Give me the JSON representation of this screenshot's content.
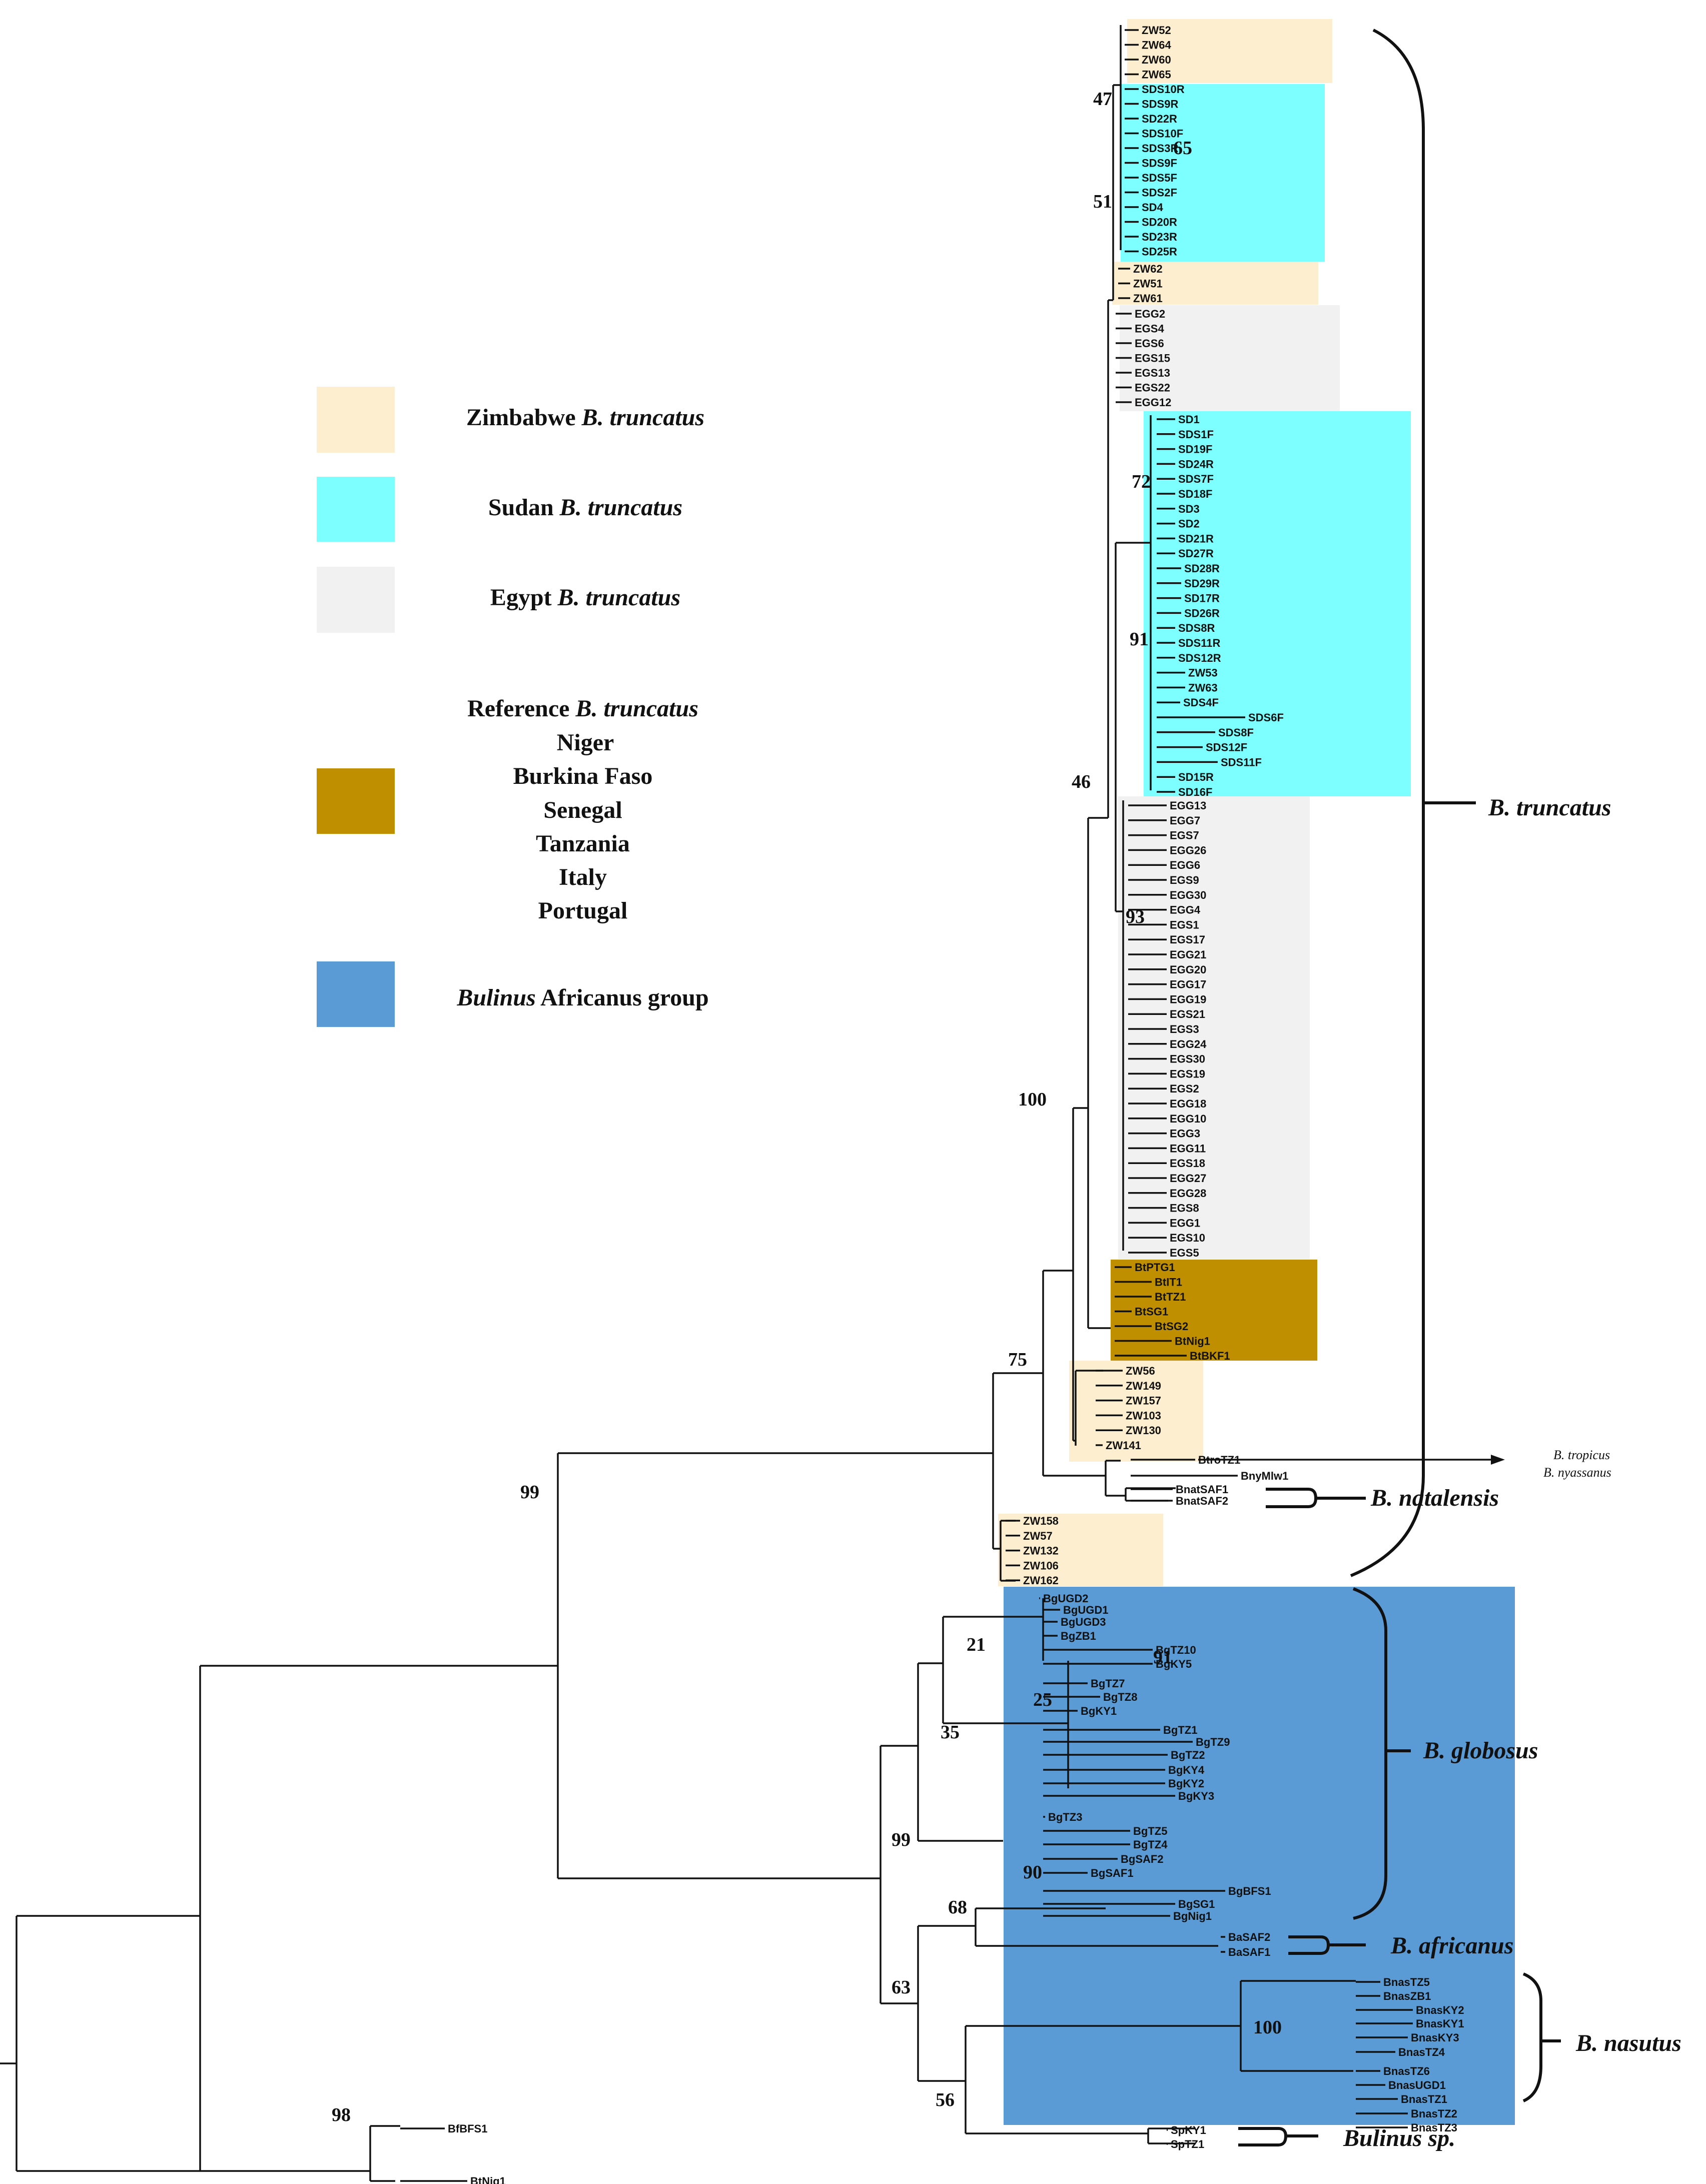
{
  "colors": {
    "zimbabwe": "#fdeecf",
    "sudan": "#7dffff",
    "egypt": "#f1f1f1",
    "reference": "#bf8f00",
    "africanus": "#5b9bd5"
  },
  "legend": [
    {
      "key": "zimbabwe",
      "text": "Zimbabwe ",
      "italic": "B. truncatus"
    },
    {
      "key": "sudan",
      "text": "Sudan ",
      "italic": "B. truncatus"
    },
    {
      "key": "egypt",
      "text": "Egypt ",
      "italic": "B. truncatus"
    },
    {
      "key": "reference",
      "text": "Reference ",
      "italic": "B. truncatus",
      "countries": [
        "Niger",
        "Burkina Faso",
        "Senegal",
        "Tanzania",
        "Italy",
        "Portugal"
      ]
    },
    {
      "key": "africanus",
      "italic_first": "Bulinus",
      "text": " Africanus group"
    }
  ],
  "leaves": {
    "zw_top": [
      "ZW52",
      "ZW64",
      "ZW60",
      "ZW65"
    ],
    "sd_top": [
      "SDS10R",
      "SDS9R",
      "SD22R",
      "SDS10F",
      "SDS3R",
      "SDS9F",
      "SDS5F",
      "SDS2F",
      "SD4",
      "SD20R",
      "SD23R",
      "SD25R"
    ],
    "zw_mid": [
      "ZW62",
      "ZW51",
      "ZW61"
    ],
    "eg_top": [
      "EGG2",
      "EGS4",
      "EGS6",
      "EGS15",
      "EGS13",
      "EGS22",
      "EGG12"
    ],
    "sd_big": [
      "SD1",
      "SDS1F",
      "SD19F",
      "SD24R",
      "SDS7F",
      "SD18F",
      "SD3",
      "SD2",
      "SD21R",
      "SD27R",
      "SD28R",
      "SD29R",
      "SD17R",
      "SD26R",
      "SDS8R",
      "SDS11R",
      "SDS12R",
      "ZW53",
      "ZW63",
      "SDS4F",
      "SDS6F",
      "SDS8F",
      "SDS12F",
      "SDS11F",
      "SD15R",
      "SD16F"
    ],
    "eg_big": [
      "EGG13",
      "EGG7",
      "EGS7",
      "EGG26",
      "EGG6",
      "EGS9",
      "EGG30",
      "EGG4",
      "EGS1",
      "EGS17",
      "EGG21",
      "EGG20",
      "EGG17",
      "EGG19",
      "EGS21",
      "EGS3",
      "EGG24",
      "EGS30",
      "EGS19",
      "EGS2",
      "EGG18",
      "EGG10",
      "EGG3",
      "EGG11",
      "EGS18",
      "EGG27",
      "EGG28",
      "EGS8",
      "EGG1",
      "EGS10",
      "EGS5"
    ],
    "reference": [
      "BtPTG1",
      "BtIT1",
      "BtTZ1",
      "BtSG1",
      "BtSG2",
      "BtNig1",
      "BtBKF1"
    ],
    "zw_low": [
      "ZW56",
      "ZW149",
      "ZW157",
      "ZW103",
      "ZW130",
      "ZW141"
    ],
    "others": [
      "BtroTZ1",
      "BnyMlw1",
      "BnatSAF1",
      "BnatSAF2"
    ],
    "zw_base": [
      "ZW158",
      "ZW57",
      "ZW132",
      "ZW106",
      "ZW162"
    ],
    "globosus": [
      "BgUGD2",
      "BgUGD1",
      "BgUGD3",
      "BgZB1",
      "BgTZ10",
      "BgKY5",
      "BgTZ7",
      "BgTZ8",
      "BgKY1",
      "BgTZ1",
      "BgTZ9",
      "BgTZ2",
      "BgKY4",
      "BgKY2",
      "BgKY3",
      "BgTZ3",
      "BgTZ5",
      "BgTZ4",
      "BgSAF2",
      "BgSAF1",
      "BgBFS1",
      "BgSG1",
      "BgNig1"
    ],
    "africanus": [
      "BaSAF2",
      "BaSAF1"
    ],
    "nasutus": [
      "BnasTZ5",
      "BnasZB1",
      "BnasKY2",
      "BnasKY1",
      "BnasKY3",
      "BnasTZ4",
      "BnasTZ6",
      "BnasUGD1",
      "BnasTZ1",
      "BnasTZ2",
      "BnasTZ3"
    ],
    "sp": [
      "SpKY1",
      "SpTZ1"
    ],
    "outgroup": [
      "BfBFS1",
      "BtNig1"
    ]
  },
  "bootstrap": {
    "b47": "47",
    "b65": "65",
    "b51": "51",
    "b72": "72",
    "b91a": "91",
    "b46": "46",
    "b93": "93",
    "b100a": "100",
    "b75": "75",
    "b99a": "99",
    "b21": "21",
    "b91b": "91",
    "b25": "25",
    "b35": "35",
    "b99b": "99",
    "b90": "90",
    "b68": "68",
    "b63": "63",
    "b100b": "100",
    "b56": "56",
    "b98": "98"
  },
  "clades": {
    "truncatus": "B. truncatus",
    "natalensis": "B. natalensis",
    "globosus": "B. globosus",
    "africanus": "B. africanus",
    "nasutus": "B. nasutus",
    "sp": "Bulinus sp."
  },
  "side_labels": {
    "tropicus": "B. tropicus",
    "nyassanus": "B. nyassanus"
  }
}
